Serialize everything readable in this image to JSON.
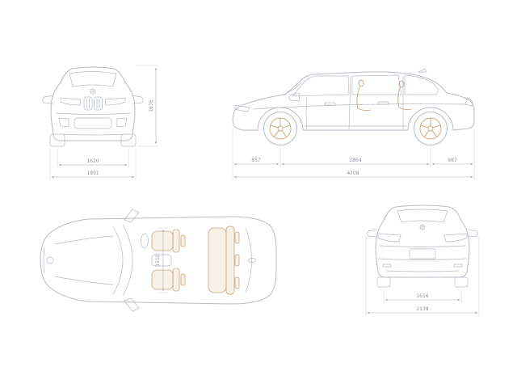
{
  "colors": {
    "background": "#ffffff",
    "body_line": "#b6bbc3",
    "accent": "#c9a37c",
    "dimension_line": "#a9aeb6",
    "dimension_text": "#8f959d"
  },
  "front_view": {
    "dim_track_width": "1620",
    "dim_overall_width": "1891",
    "dim_overall_height": "1676"
  },
  "side_view": {
    "dim_front_overhang": "857",
    "dim_wheelbase": "2864",
    "dim_rear_overhang": "987",
    "dim_overall_length": "4708"
  },
  "top_view": {
    "dim_interior_width": "1510"
  },
  "rear_view": {
    "dim_track_width": "1616",
    "dim_width_incl_mirrors": "2138"
  }
}
